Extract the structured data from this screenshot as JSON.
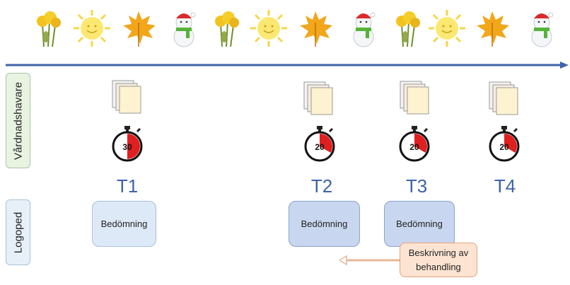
{
  "seasons": [
    {
      "icon": "flower-icon"
    },
    {
      "icon": "sun-icon"
    },
    {
      "icon": "autumn-leaf-icon"
    },
    {
      "icon": "snowman-icon"
    },
    {
      "icon": "flower-icon"
    },
    {
      "icon": "sun-icon"
    },
    {
      "icon": "autumn-leaf-icon"
    },
    {
      "icon": "snowman-icon"
    },
    {
      "icon": "flower-icon"
    },
    {
      "icon": "sun-icon"
    },
    {
      "icon": "autumn-leaf-icon"
    },
    {
      "icon": "snowman-icon"
    }
  ],
  "roles": {
    "caregiver": "Vårdnadshavare",
    "slp": "Logoped"
  },
  "timepoints": [
    {
      "label": "T1",
      "timer": "30",
      "assessment": "Bedömning"
    },
    {
      "label": "T2",
      "timer": "20",
      "assessment": "Bedömning"
    },
    {
      "label": "T3",
      "timer": "20",
      "assessment": "Bedömning"
    },
    {
      "label": "T4",
      "timer": "20",
      "assessment": ""
    }
  ],
  "note": {
    "line1": "Beskrivning av",
    "line2": "behandling"
  },
  "colors": {
    "timeline": "#3e63a8",
    "label": "#3e63a8",
    "assessment_fill_light": "#dde9f7",
    "assessment_fill": "#c8d6f0",
    "note_fill": "#fde4d2",
    "timer_red": "#e02020"
  }
}
